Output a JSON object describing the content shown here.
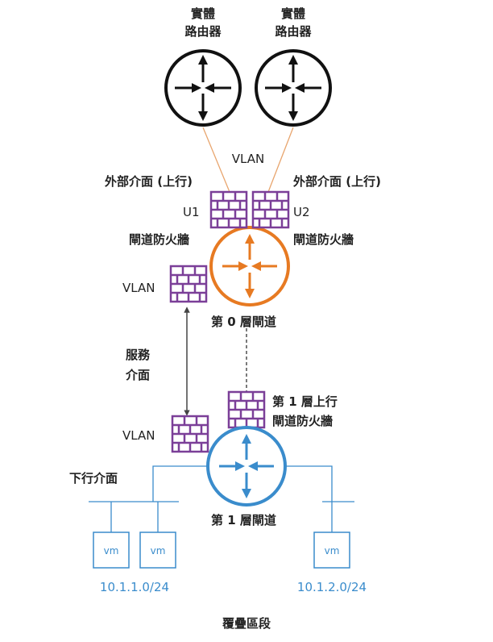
{
  "physical_routers": [
    {
      "label_line1": "實體",
      "label_line2": "路由器"
    },
    {
      "label_line1": "實體",
      "label_line2": "路由器"
    }
  ],
  "vlan_top": "VLAN",
  "uplink_left": {
    "label": "外部介面 (上行)",
    "name": "U1",
    "firewall": "閘道防火牆"
  },
  "uplink_right": {
    "label": "外部介面 (上行)",
    "name": "U2",
    "firewall": "閘道防火牆"
  },
  "vlan_t0": "VLAN",
  "t0_gateway": "第 0 層閘道",
  "service_interface": {
    "line1": "服務",
    "line2": "介面"
  },
  "t1_firewall": {
    "line1": "第 1 層上行",
    "line2": "閘道防火牆"
  },
  "vlan_t1": "VLAN",
  "downlink": "下行介面",
  "t1_gateway": "第 1 層閘道",
  "vms": [
    "vm",
    "vm",
    "vm"
  ],
  "subnets": [
    "10.1.1.0/24",
    "10.1.2.0/24"
  ],
  "overlay_segment": "覆疊區段",
  "colors": {
    "router": "#111111",
    "t0": "#e77a22",
    "t1": "#3a8ccc",
    "firewall": "#7b3f98",
    "link": "#e8a56e",
    "vm": "#3a8ccc"
  }
}
